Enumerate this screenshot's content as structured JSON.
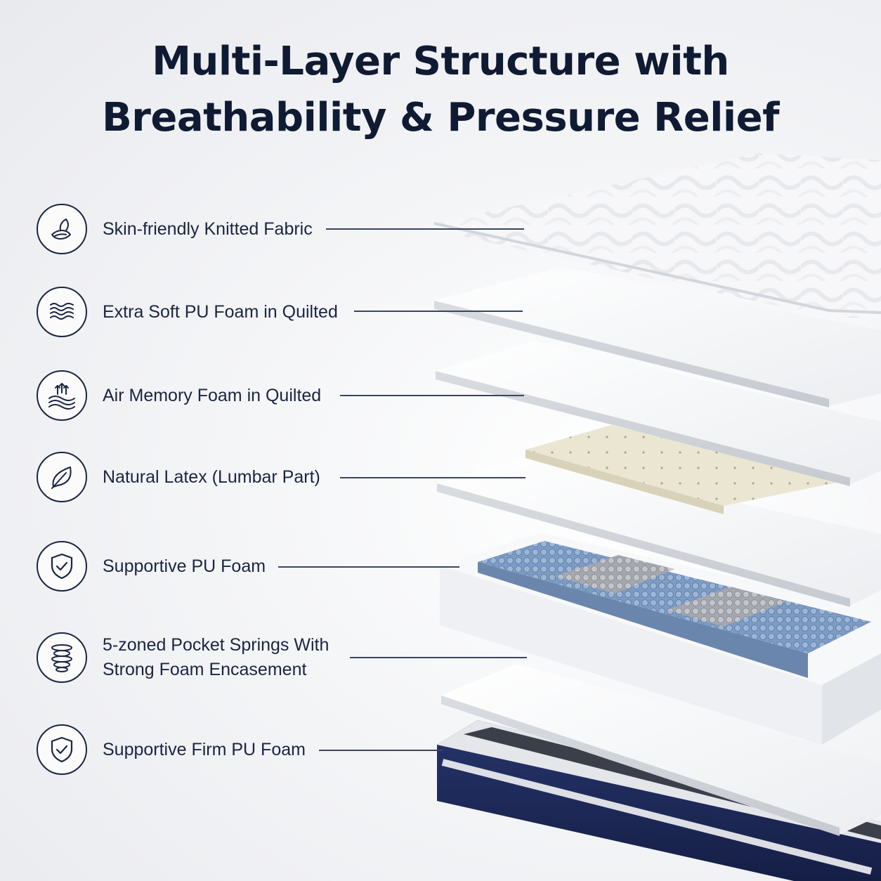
{
  "title": {
    "line1": "Multi-Layer Structure with",
    "line2": "Breathability & Pressure Relief"
  },
  "layers": [
    {
      "label": "Skin-friendly Knitted Fabric",
      "icon": "leaf-icon"
    },
    {
      "label": "Extra Soft PU Foam in Quilted",
      "icon": "waves-icon"
    },
    {
      "label": "Air Memory Foam in Quilted",
      "icon": "airflow-icon"
    },
    {
      "label": "Natural Latex (Lumbar Part)",
      "icon": "leaf-outline-icon"
    },
    {
      "label": "Supportive PU Foam",
      "icon": "shield-check-icon"
    },
    {
      "label_line1": "5-zoned Pocket Springs With",
      "label_line2": "Strong Foam Encasement",
      "icon": "spring-coil-icon"
    },
    {
      "label": "Supportive Firm PU Foam",
      "icon": "shield-check-icon"
    }
  ],
  "colors": {
    "text": "#1b2542",
    "title": "#0f1b33",
    "navy_base": "#1e2a5a",
    "latex": "#e9e4cf",
    "spring_blue": "#7d9cc4",
    "spring_grey": "#aeb1b6"
  }
}
